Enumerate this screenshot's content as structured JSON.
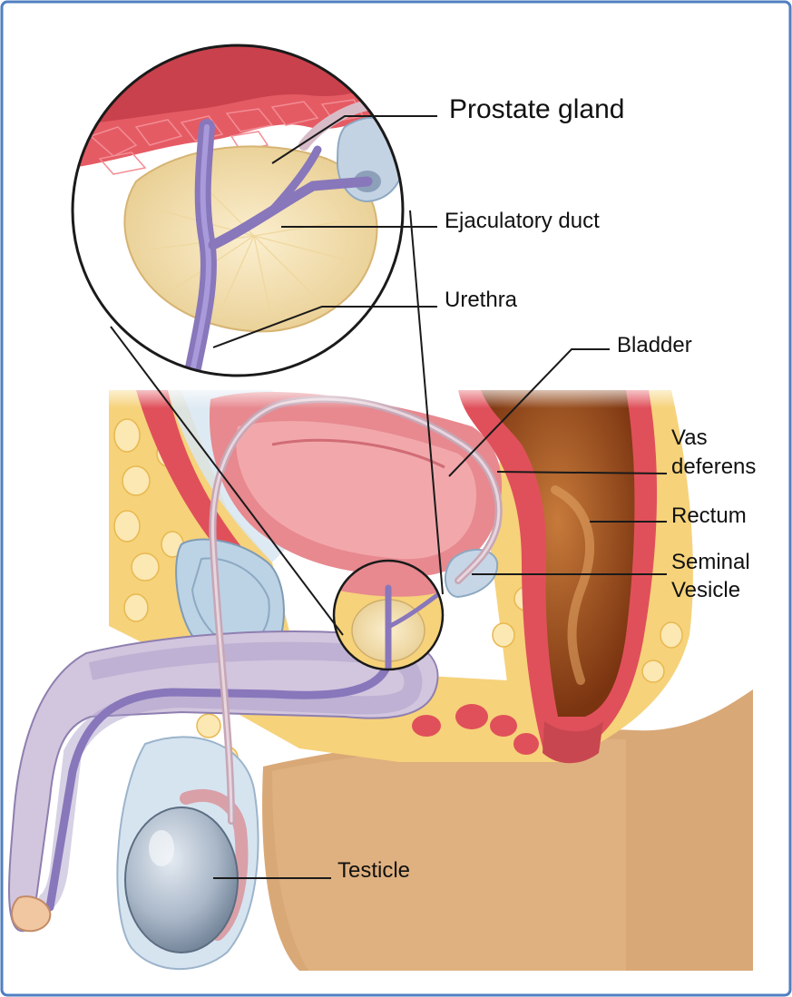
{
  "labels": {
    "prostate_gland": "Prostate gland",
    "ejaculatory_duct": "Ejaculatory duct",
    "urethra": "Urethra",
    "bladder": "Bladder",
    "vas_deferens_line1": "Vas",
    "vas_deferens_line2": "deferens",
    "rectum": "Rectum",
    "seminal_vesicle_line1": "Seminal",
    "seminal_vesicle_line2": "Vesicle",
    "testicle": "Testicle"
  },
  "colors": {
    "border": "#4f7fc1",
    "fat": "#f6d27a",
    "skin": "#dcae7c",
    "muscle": "#e0505a",
    "bladder": "#e98a90",
    "prostate": "#f5e0b0",
    "urethra": "#9a8dc4",
    "rectum": "#9c4a1c",
    "testicle": "#a7b6c9",
    "membrane": "#cfe0ee"
  }
}
